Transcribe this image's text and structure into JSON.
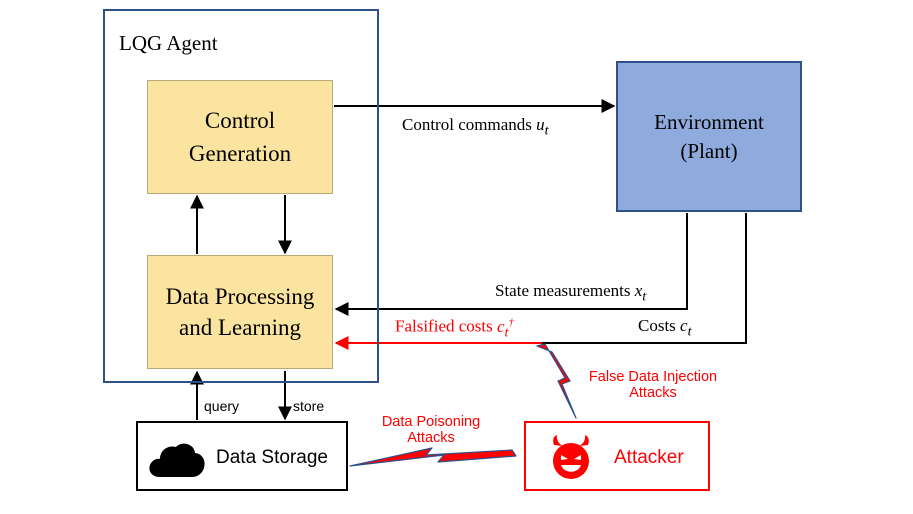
{
  "agent": {
    "title": "LQG Agent"
  },
  "control_block": {
    "line1": "Control",
    "line2": "Generation"
  },
  "data_block": {
    "line1": "Data Processing",
    "line2": "and Learning"
  },
  "environment": {
    "line1": "Environment",
    "line2": "(Plant)"
  },
  "storage": {
    "label": "Data Storage",
    "query_label": "query",
    "store_label": "store"
  },
  "attacker": {
    "label": "Attacker"
  },
  "signals": {
    "control_commands": "Control commands",
    "control_symbol": "u",
    "control_sub": "t",
    "state_measurements": "State measurements",
    "state_symbol": "x",
    "state_sub": "t",
    "costs": "Costs",
    "costs_symbol": "c",
    "costs_sub": "t",
    "falsified": "Falsified costs",
    "falsified_symbol": "c",
    "falsified_sub": "t",
    "falsified_sup": "†"
  },
  "attacks": {
    "fdi_line1": "False Data Injection",
    "fdi_line2": "Attacks",
    "poison_line1": "Data Poisoning",
    "poison_line2": "Attacks"
  },
  "colors": {
    "agent_border": "#2f4f8a",
    "block_fill": "#fbe49f",
    "env_fill": "#8faadc",
    "attack_red": "#ff0000",
    "arrow": "#000000"
  },
  "icons": {
    "storage": "cloud-icon",
    "attacker": "devil-icon"
  }
}
